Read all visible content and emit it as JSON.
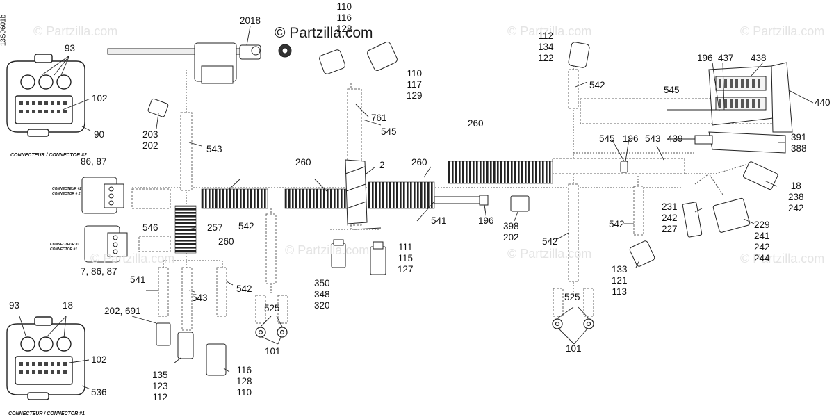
{
  "brand": "© Partzilla.com",
  "watermark": "© Partzilla.com",
  "side_code": "13S0601b",
  "captions": {
    "connector2": "CONNECTEUR / CONNECTOR #2",
    "connector1": "CONNECTEUR / CONNECTOR #1",
    "small_c2_a": "CONNECTEUR #2",
    "small_c2_b": "CONNECTOR # 2",
    "small_c1_a": "CONNECTEUR #1",
    "small_c1_b": "CONNECTOR #1"
  },
  "labels": {
    "l2018": "2018",
    "l110_116_128": "110\n116\n128",
    "l93_top": "93",
    "l102_top": "102",
    "l90": "90",
    "l203_202": "203\n202",
    "l543_a": "543",
    "l110_117_129": "110\n117\n129",
    "l761": "761",
    "l545_a": "545",
    "l112_134_122": "112\n134\n122",
    "l542_a": "542",
    "l196_437": "196  437",
    "l438": "438",
    "l545_b": "545",
    "l440": "440",
    "l86_87": "86, 87",
    "l260_a": "260",
    "l2": "2",
    "l260_b": "260",
    "l260_c": "260",
    "l545_c": "545",
    "l196_b": "196",
    "l543_b": "543",
    "l439": "439",
    "l391_388": "391\n388",
    "l18_238_242": "18\n238\n242",
    "l546": "546",
    "l257": "257",
    "l542_b": "542",
    "l260_d": "260",
    "l541_a": "541",
    "l196_c": "196",
    "l398_202": "398\n202",
    "l231_242_227": "231\n242\n227",
    "l229_241_242_244": "229\n241\n242\n244",
    "l542_c": "542",
    "l542_d": "542",
    "l7_86_87": "7, 86, 87",
    "l350_348_320": "350\n348\n320",
    "l111_115_127": "111\n115\n127",
    "l133_121_113": "133\n121\n113",
    "l541_b": "541",
    "l543_c": "543",
    "l542_e": "542",
    "l525_a": "525",
    "l525_b": "525",
    "l93_bot": "93",
    "l18_bot": "18",
    "l202_691": "202, 691",
    "l101_a": "101",
    "l101_b": "101",
    "l102_bot": "102",
    "l135_123_112": "135\n123\n112",
    "l116_128_110": "116\n128\n110",
    "l536": "536"
  }
}
